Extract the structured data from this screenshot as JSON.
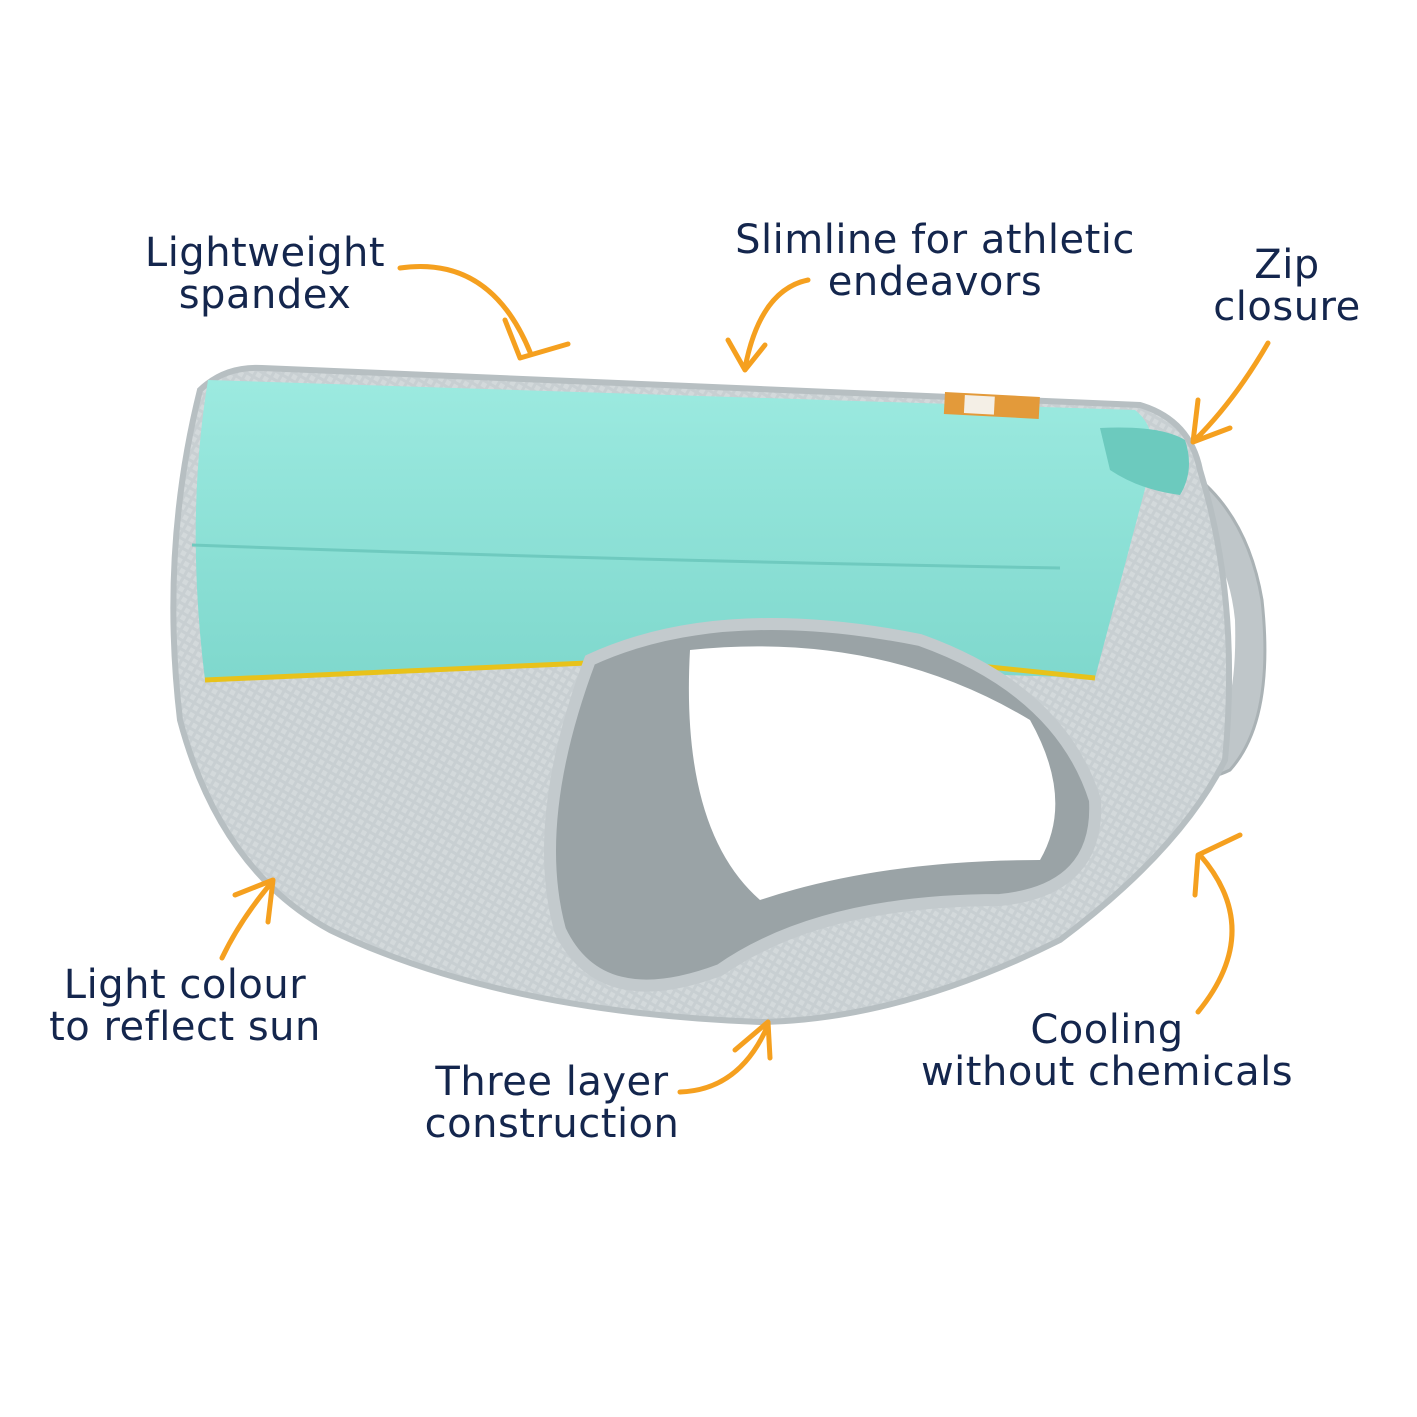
{
  "colors": {
    "label_text": "#14264d",
    "arrow": "#f5a01f",
    "vest_top": "#93e5db",
    "vest_mesh": "#c8cfd2",
    "vest_trim": "#b9c1c4",
    "piping": "#e8c21a"
  },
  "callouts": {
    "lightweight": {
      "line1": "Lightweight",
      "line2": "spandex"
    },
    "slimline": {
      "line1": "Slimline for athletic",
      "line2": "endeavors"
    },
    "zip": {
      "line1": "Zip",
      "line2": "closure"
    },
    "light_colour": {
      "line1": "Light colour",
      "line2": "to reflect sun"
    },
    "three_layer": {
      "line1": "Three layer",
      "line2": "construction"
    },
    "cooling": {
      "line1": "Cooling",
      "line2": "without chemicals"
    }
  }
}
